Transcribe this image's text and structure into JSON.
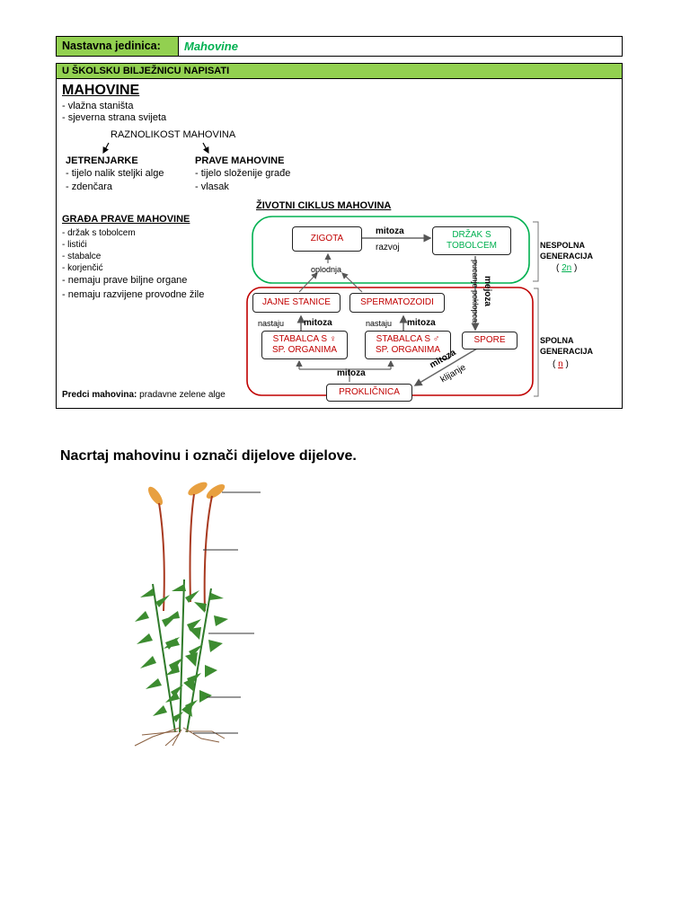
{
  "header": {
    "label": "Nastavna jedinica:",
    "value": "Mahovine"
  },
  "notes_bar": "U ŠKOLSKU BILJEŽNICU NAPISATI",
  "title": "MAHOVINE",
  "habitat": [
    "- vlažna staništa",
    "- sjeverna strana svijeta"
  ],
  "diversity": "RAZNOLIKOST MAHOVINA",
  "jetrenjarke": {
    "heading": "JETRENJARKE",
    "items": [
      "- tijelo nalik steljki alge",
      "- zdenčara"
    ]
  },
  "prave": {
    "heading": "PRAVE MAHOVINE",
    "items": [
      "- tijelo složenije građe",
      "- vlasak"
    ]
  },
  "structure": {
    "heading": "GRAĐA PRAVE MAHOVINE",
    "items": [
      "- držak s tobolcem",
      "- listići",
      "- stabalce",
      "- korjenčić"
    ],
    "items_large": [
      "- nemaju prave biljne organe",
      "- nemaju razvijene provodne žile"
    ]
  },
  "ancestors": {
    "label": "Predci mahovina:",
    "value": "pradavne zelene alge"
  },
  "cycle": {
    "title": "ŽIVOTNI CIKLUS MAHOVINA",
    "nodes": {
      "zigota": "ZIGOTA",
      "drzak_1": "DRŽAK S",
      "drzak_2": "TOBOLCEM",
      "jajne": "JAJNE STANICE",
      "sperm": "SPERMATOZOIDI",
      "stab_f_1": "STABALCA S ♀",
      "stab_f_2": "SP. ORGANIMA",
      "stab_m_1": "STABALCA S ♂",
      "stab_m_2": "SP. ORGANIMA",
      "spore": "SPORE",
      "prokl": "PROKLIČNICA"
    },
    "labels": {
      "mitoza": "mitoza",
      "razvoj": "razvoj",
      "oplodnja": "oplodnja",
      "nastaju": "nastaju",
      "mejoza": "mejoza",
      "pucanje": "pucanje poklopca",
      "klijanje": "klijanje"
    },
    "nespolna": {
      "l1": "NESPOLNA",
      "l2": "GENERACIJA",
      "ploidy_open": "(",
      "ploidy": "2n",
      "ploidy_close": ")"
    },
    "spolna": {
      "l1": "SPOLNA",
      "l2": "GENERACIJA",
      "ploidy_open": "(",
      "ploidy": "n",
      "ploidy_close": ")"
    }
  },
  "task": "Nacrtaj mahovinu i označi dijelove dijelove.",
  "colors": {
    "accent_green": "#92d050",
    "text_green": "#00b050",
    "red": "#c00000"
  }
}
